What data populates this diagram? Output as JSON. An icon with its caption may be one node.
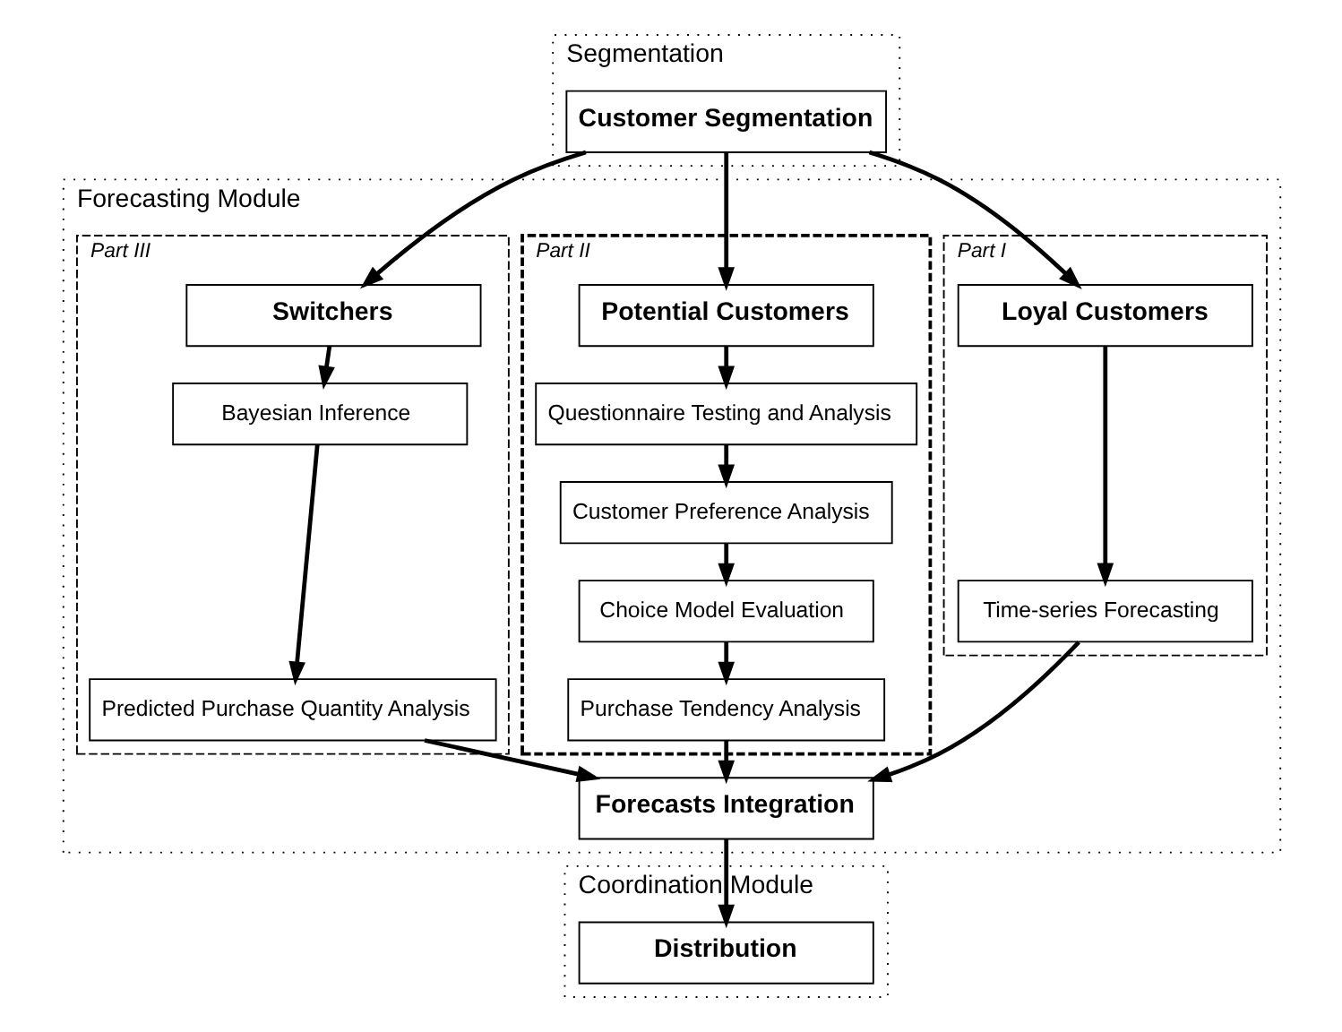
{
  "diagram": {
    "nodes": [
      {
        "text": [
          "Segmentation"
        ]
      },
      {
        "text": [
          "Customer Segmentation"
        ],
        "in": 0
      },
      {
        "text": [
          "Forecasting Module"
        ]
      },
      {
        "text": [
          "Part I"
        ],
        "in": 2
      },
      {
        "text": [
          "Loyal Customers"
        ],
        "in": 3
      },
      {
        "text": [
          "Time-series Forecasting"
        ],
        "in": 3
      },
      {
        "text": [
          "Part II"
        ],
        "in": 2
      },
      {
        "text": [
          "Potential Customers"
        ],
        "in": 6
      },
      {
        "text": [
          "Questionnaire Testing and Analysis"
        ],
        "in": 6
      },
      {
        "text": [
          "Customer Preference Analysis"
        ],
        "in": 6
      },
      {
        "text": [
          "Choice Model Evaluation"
        ],
        "in": 6
      },
      {
        "text": [
          "Purchase Tendency Analysis"
        ],
        "in": 6
      },
      {
        "text": [
          "Part III"
        ],
        "in": 2
      },
      {
        "text": [
          "Switchers"
        ],
        "in": 12
      },
      {
        "text": [
          "Bayesian Inference"
        ],
        "in": 12
      },
      {
        "text": [
          "Predicted Purchase Quantity Analysis"
        ],
        "in": 12
      },
      {
        "text": [
          "Forecasts Integration"
        ],
        "in": 2
      },
      {
        "text": [
          "Coordination Module"
        ]
      },
      {
        "text": [
          "Distribution"
        ],
        "in": 17
      }
    ],
    "edges": [
      {
        "from": 1,
        "to": 4,
        "arrow": "to"
      },
      {
        "from": 1,
        "to": 7,
        "arrow": "to"
      },
      {
        "from": 1,
        "to": 13,
        "arrow": "to"
      },
      {
        "from": 4,
        "to": 5,
        "arrow": "to"
      },
      {
        "from": 7,
        "to": 8,
        "arrow": "to"
      },
      {
        "from": 8,
        "to": 9,
        "arrow": "to"
      },
      {
        "from": 9,
        "to": 10,
        "arrow": "to"
      },
      {
        "from": 10,
        "to": 11,
        "arrow": "to"
      },
      {
        "from": 13,
        "to": 14,
        "arrow": "to"
      },
      {
        "from": 14,
        "to": 15,
        "arrow": "to"
      },
      {
        "from": 5,
        "to": 16,
        "arrow": "to"
      },
      {
        "from": 11,
        "to": 16,
        "arrow": "to"
      },
      {
        "from": 15,
        "to": 16,
        "arrow": "to"
      },
      {
        "from": 16,
        "to": 18,
        "arrow": "to"
      }
    ]
  }
}
